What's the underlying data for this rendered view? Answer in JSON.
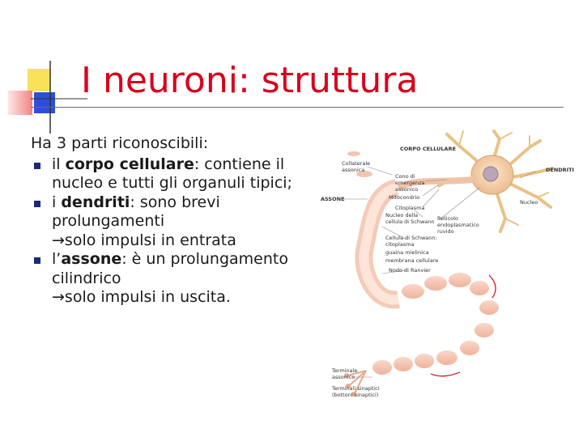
{
  "slide": {
    "title": "I neuroni: struttura",
    "intro": "Ha 3 parti riconoscibili:",
    "bullets": [
      {
        "pre": "il ",
        "bold": "corpo cellulare",
        "post": ": contiene il nucleo e tutti gli organuli tipici;",
        "arrow_text": ""
      },
      {
        "pre": "i ",
        "bold": "dendriti",
        "post": ": sono brevi prolungamenti",
        "arrow_text": "solo impulsi in entrata"
      },
      {
        "pre": "l’",
        "bold": "assone",
        "post": ": è un prolungamento cilindrico",
        "arrow_text": "solo impulsi in uscita."
      }
    ],
    "arrow_glyph": "→"
  },
  "diagram": {
    "labels": {
      "corpo_cellulare": "CORPO CELLULARE",
      "dendriti": "DENDRITI",
      "collaterale_1": "Collaterale",
      "collaterale_2": "assonica",
      "assone": "ASSONE",
      "cono_1": "Cono di",
      "cono_2": "emergenza",
      "cono_3": "assonico",
      "mitocondrio": "Mitocondrio",
      "citoplasma": "Citoplasma",
      "nucleo_schwann_1": "Nucleo della",
      "nucleo_schwann_2": "cellula di Schwann",
      "nucleo": "Nucleo",
      "reticolo_1": "Reticolo",
      "reticolo_2": "endoplasmatico",
      "reticolo_3": "ruvido",
      "schwann_1": "Cellula di Schwann:",
      "schwann_2": "citoplasma",
      "schwann_3": "guaina mielinica",
      "schwann_4": "membrana cellulare",
      "ranvier": "Nodo di Ranvier",
      "terminale_1": "Terminale",
      "terminale_2": "assonico",
      "sinaptici_1": "Terminali sinaptici",
      "sinaptici_2": "(bottoni sinaptici)"
    }
  }
}
